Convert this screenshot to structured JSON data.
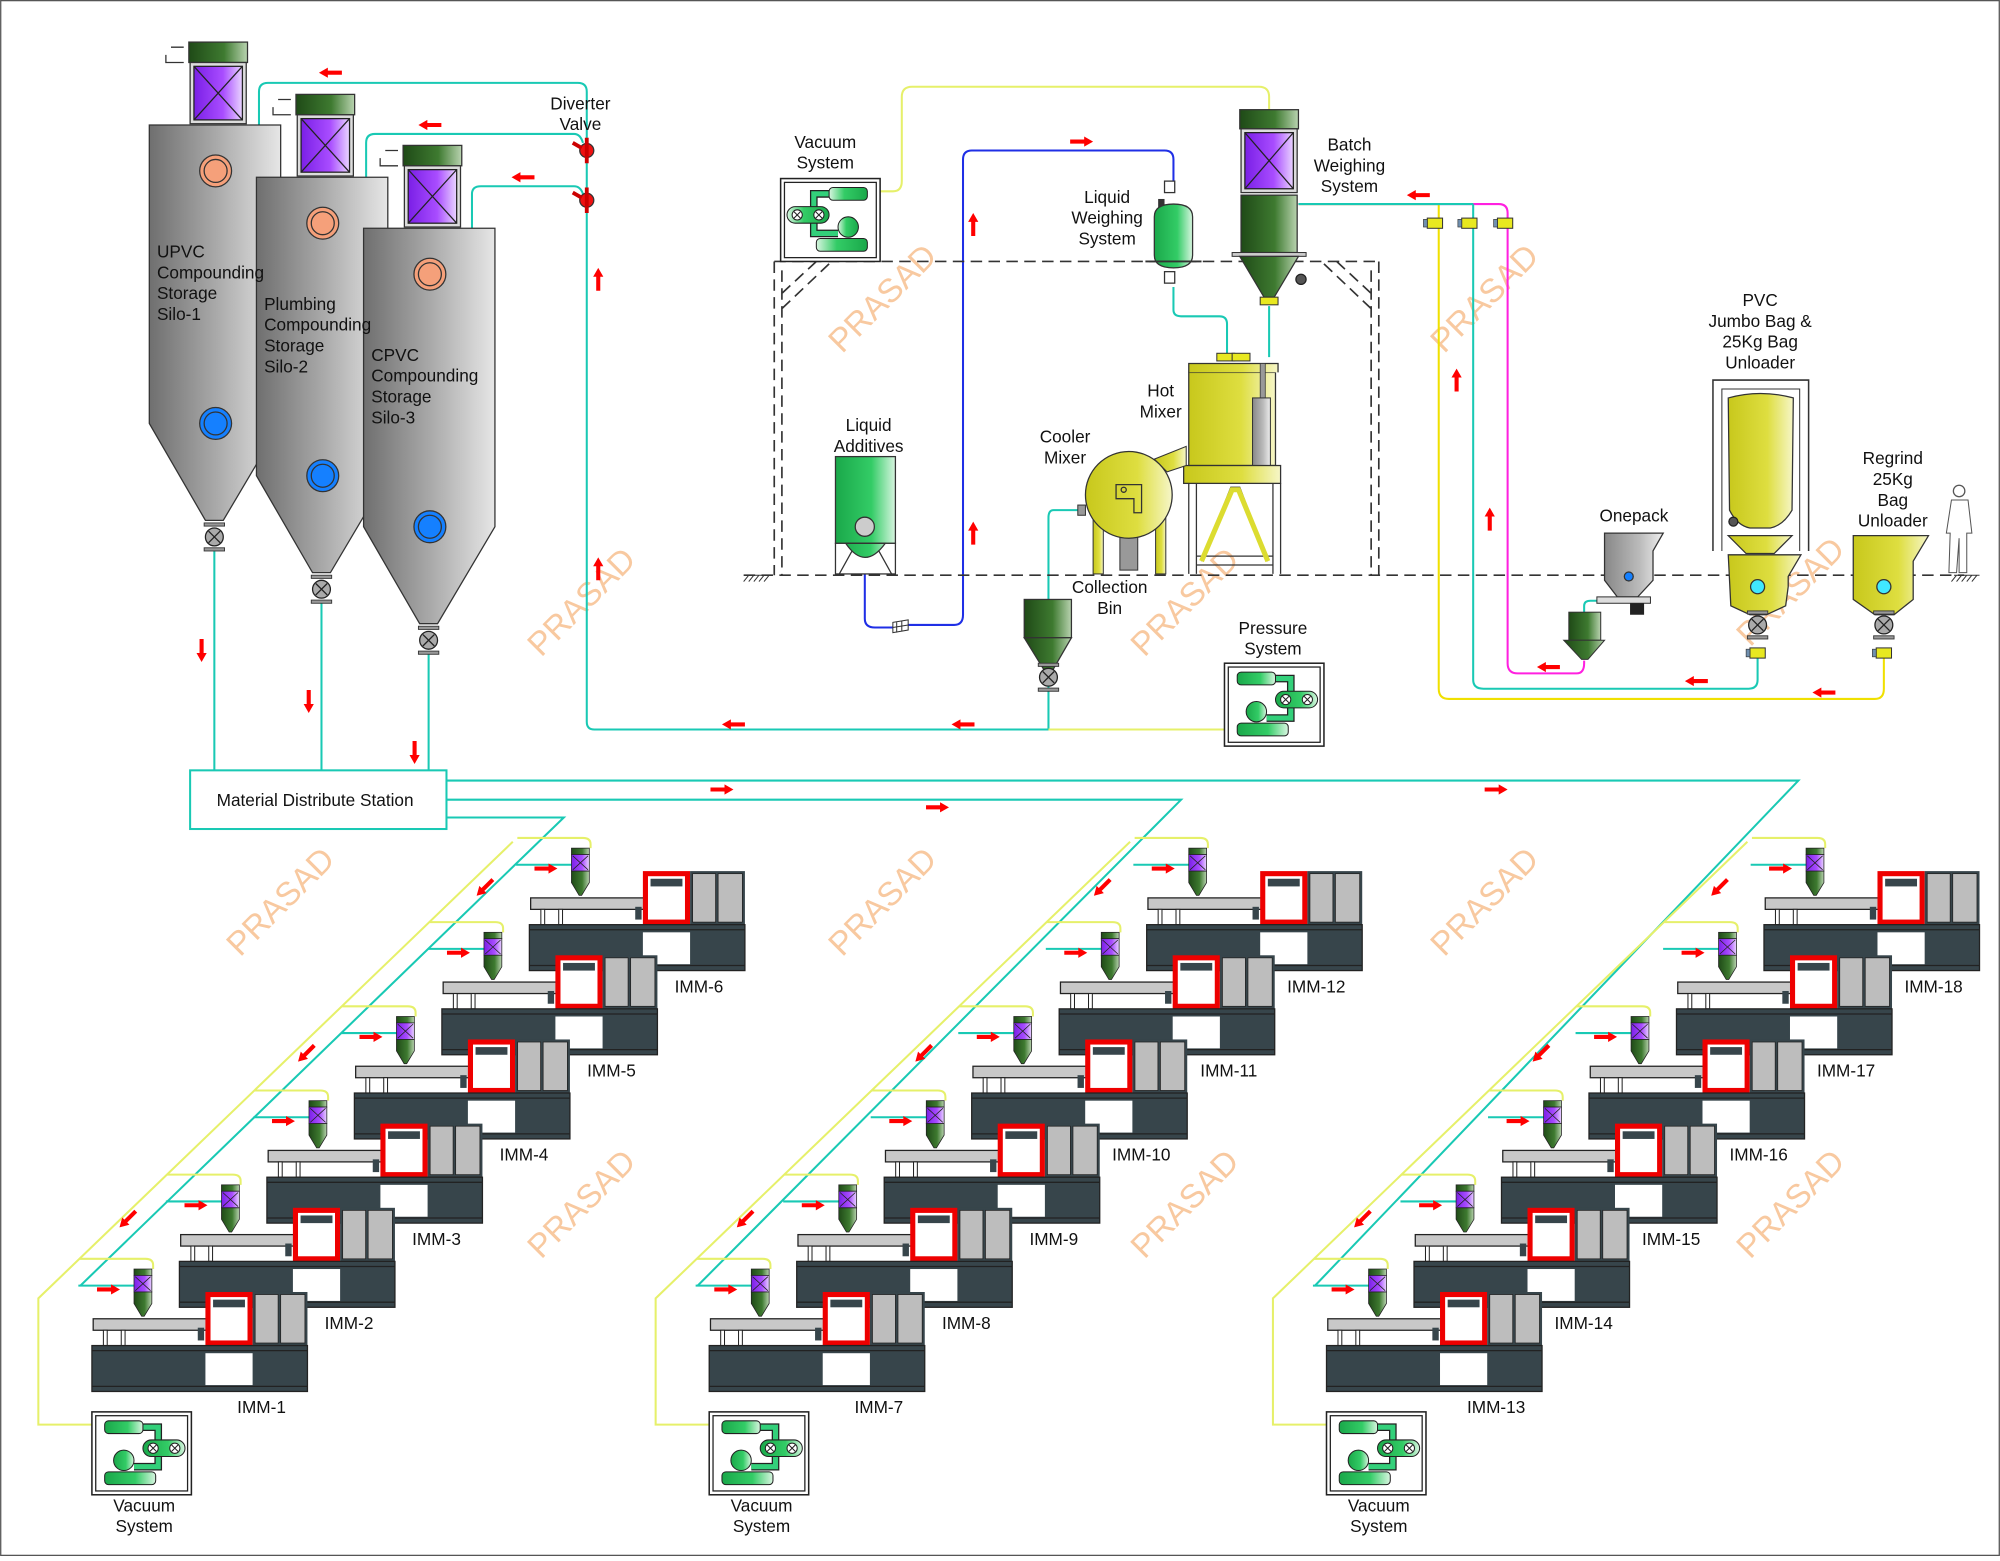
{
  "diagram": {
    "silos": [
      {
        "lines": [
          "UPVC",
          "Compounding",
          "Storage",
          "Silo-1"
        ]
      },
      {
        "lines": [
          "Plumbing",
          "Compounding",
          "Storage",
          "Silo-2"
        ]
      },
      {
        "lines": [
          "CPVC",
          "Compounding",
          "Storage",
          "Silo-3"
        ]
      }
    ],
    "diverter_valve": [
      "Diverter",
      "Valve"
    ],
    "vacuum_system_top": [
      "Vacuum",
      "System"
    ],
    "liquid_weighing": [
      "Liquid",
      "Weighing",
      "System"
    ],
    "batch_weighing": [
      "Batch",
      "Weighing",
      "System"
    ],
    "liquid_additives": [
      "Liquid",
      "Additives"
    ],
    "hot_mixer": [
      "Hot",
      "Mixer"
    ],
    "cooler_mixer": [
      "Cooler",
      "Mixer"
    ],
    "collection_bin": [
      "Collection",
      "Bin"
    ],
    "pressure_system": [
      "Pressure",
      "System"
    ],
    "onepack": "Onepack",
    "pvc_unloader": [
      "PVC",
      "Jumbo Bag &",
      "25Kg Bag",
      "Unloader"
    ],
    "regrind_unloader": [
      "Regrind",
      "25Kg",
      "Bag",
      "Unloader"
    ],
    "material_distribute_station": "Material Distribute Station",
    "machine_groups": [
      {
        "machines": [
          "IMM-1",
          "IMM-2",
          "IMM-3",
          "IMM-4",
          "IMM-5",
          "IMM-6"
        ],
        "vacuum": [
          "Vacuum",
          "System"
        ]
      },
      {
        "machines": [
          "IMM-7",
          "IMM-8",
          "IMM-9",
          "IMM-10",
          "IMM-11",
          "IMM-12"
        ],
        "vacuum": [
          "Vacuum",
          "System"
        ]
      },
      {
        "machines": [
          "IMM-13",
          "IMM-14",
          "IMM-15",
          "IMM-16",
          "IMM-17",
          "IMM-18"
        ],
        "vacuum": [
          "Vacuum",
          "System"
        ]
      }
    ],
    "watermark": "PRASAD"
  },
  "colors": {
    "material_line": "#19c9b4",
    "vacuum_line": "#e6f06a",
    "liquid_line": "#1f2fe6",
    "regrind_line": "#f0e000",
    "onepack_line": "#ff20e0",
    "flow_arrow": "#ff0000",
    "silo_grey": "#8a8a8a",
    "hopper_green": "#2f5e25",
    "filter_purple": "#9b30ff",
    "mixer_yellow": "#d6d62a",
    "machine_dark": "#37454b",
    "mold_red": "#ee0000",
    "watermark": "#f8c9a0"
  }
}
